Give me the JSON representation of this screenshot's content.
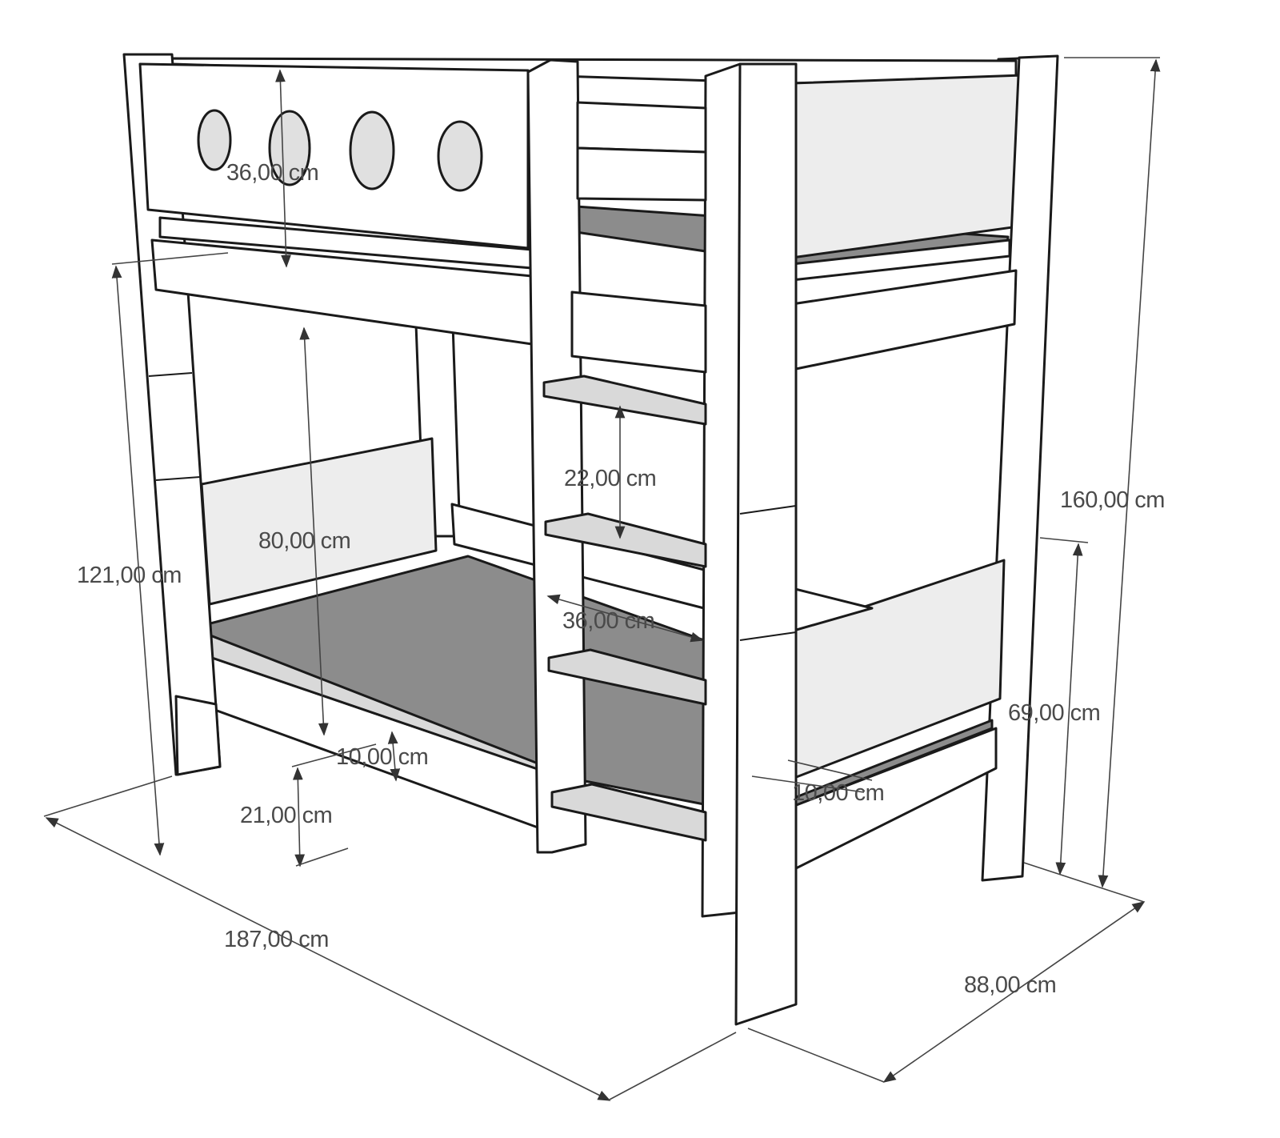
{
  "dimensions": {
    "top_rail_height": "36,00 cm",
    "lower_bunk_clearance": "80,00 cm",
    "top_bed_height": "121,00 cm",
    "ladder_step_spacing": "22,00 cm",
    "ladder_width": "36,00 cm",
    "total_height": "160,00 cm",
    "lower_rail_height": "69,00 cm",
    "frame_height_left": "10,00 cm",
    "ground_clearance": "21,00 cm",
    "frame_height_right": "10,00 cm",
    "length": "187,00 cm",
    "width": "88,00 cm"
  },
  "colors": {
    "mattress": "#8c8c8c",
    "panel": "#ededed",
    "frame": "#ffffff",
    "outline": "#1a1a1a"
  }
}
